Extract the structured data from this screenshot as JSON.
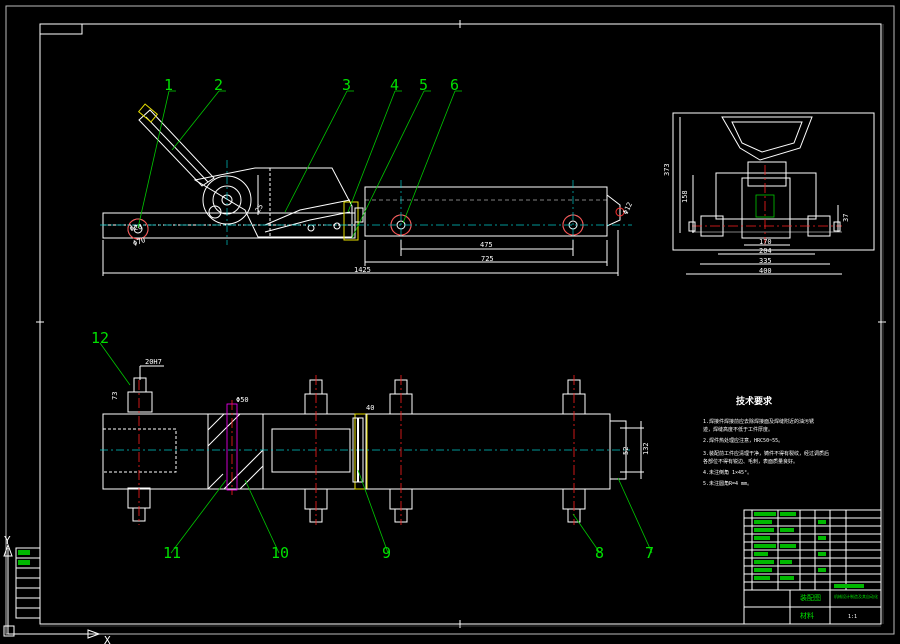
{
  "part_labels": [
    "1",
    "2",
    "3",
    "4",
    "5",
    "6",
    "7",
    "8",
    "9",
    "10",
    "11",
    "12"
  ],
  "dims": {
    "d20": "Φ20",
    "d70": "Φ70",
    "a25": "25",
    "d475": "475",
    "d725": "725",
    "d1425": "1425",
    "d12": "Φ12",
    "d373": "373",
    "d158": "158",
    "d37": "37",
    "d170": "170",
    "d204": "204",
    "d335": "335",
    "d400": "400",
    "h20": "20H7",
    "d73": "73",
    "d50": "Φ50",
    "d40": "40",
    "d52": "52",
    "d132": "132"
  },
  "notes": {
    "title": "技术要求",
    "lines": [
      "1.焊接件焊接前应去除焊接面及焊缝附近的油污锈",
      "迹，焊缝高度不低于工件厚度。",
      "2.焊件热处理应注意，HRC50~55。",
      "3.装配前工件应清理干净，铸件不得有裂纹，经过调质后",
      "各部位不得有锐边、毛刺，表面质量良好。",
      "4.未注倒角 1×45°。",
      "5.未注圆角R=4 mm。"
    ]
  },
  "title_block": {
    "drawing_name": "装配图",
    "school_text": "机械设计制造及其自动化",
    "material": "材料",
    "scale": "1:1"
  },
  "axis_y": "Y",
  "axis_x": "X"
}
